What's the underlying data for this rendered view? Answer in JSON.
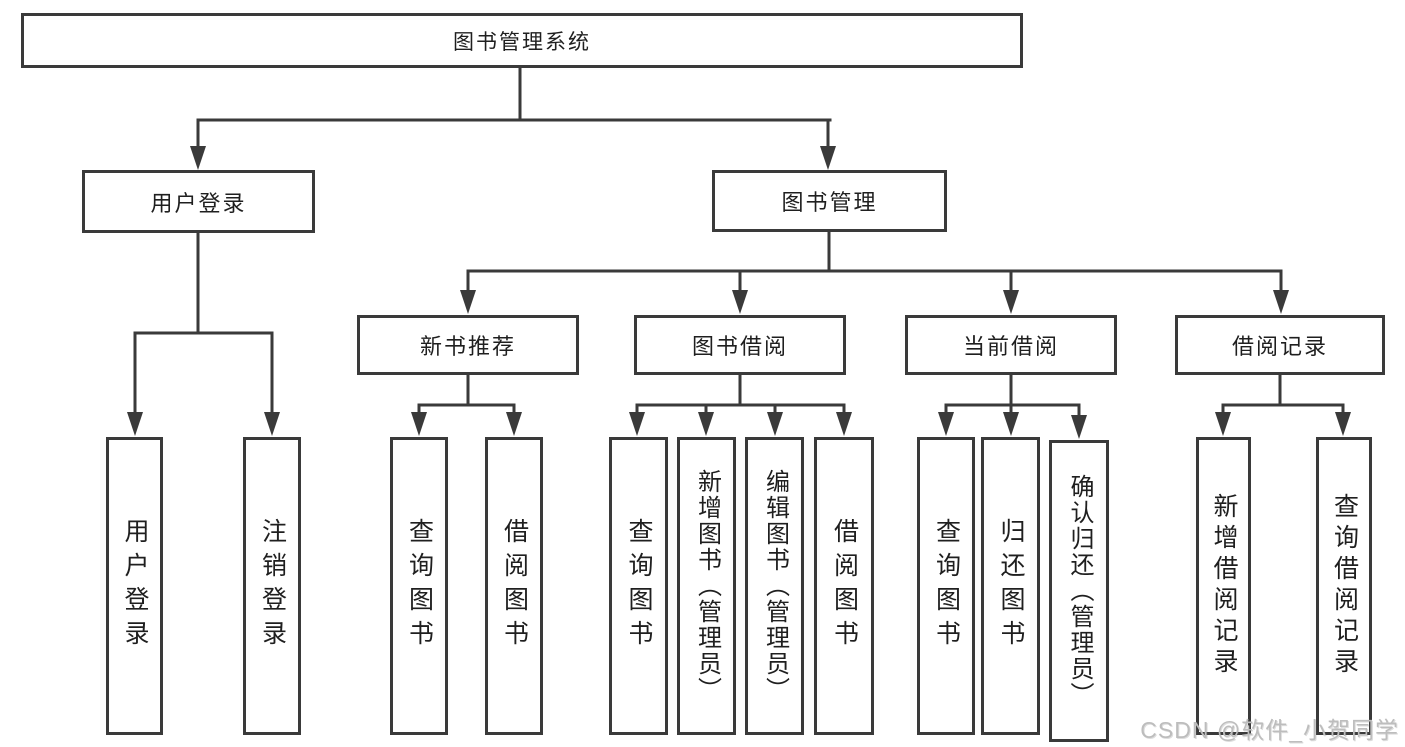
{
  "diagram": {
    "root": {
      "label": "图书管理系统"
    },
    "branches": [
      {
        "label": "用户登录",
        "children": [
          {
            "label": "用户登录"
          },
          {
            "label": "注销登录"
          }
        ]
      },
      {
        "label": "图书管理",
        "children": [
          {
            "label": "新书推荐",
            "children": [
              {
                "label": "查询图书"
              },
              {
                "label": "借阅图书"
              }
            ]
          },
          {
            "label": "图书借阅",
            "children": [
              {
                "label": "查询图书"
              },
              {
                "label": "新增图书（管理员）"
              },
              {
                "label": "编辑图书（管理员）"
              },
              {
                "label": "借阅图书"
              }
            ]
          },
          {
            "label": "当前借阅",
            "children": [
              {
                "label": "查询图书"
              },
              {
                "label": "归还图书"
              },
              {
                "label": "确认归还（管理员）"
              }
            ]
          },
          {
            "label": "借阅记录",
            "children": [
              {
                "label": "新增借阅记录"
              },
              {
                "label": "查询借阅记录"
              }
            ]
          }
        ]
      }
    ]
  },
  "watermark": {
    "text": "CSDN @软件_小贺同学"
  },
  "colors": {
    "line": "#3a3a3a",
    "text": "#1f1f1f",
    "watermark": "#bdbdbd",
    "background": "#ffffff"
  }
}
